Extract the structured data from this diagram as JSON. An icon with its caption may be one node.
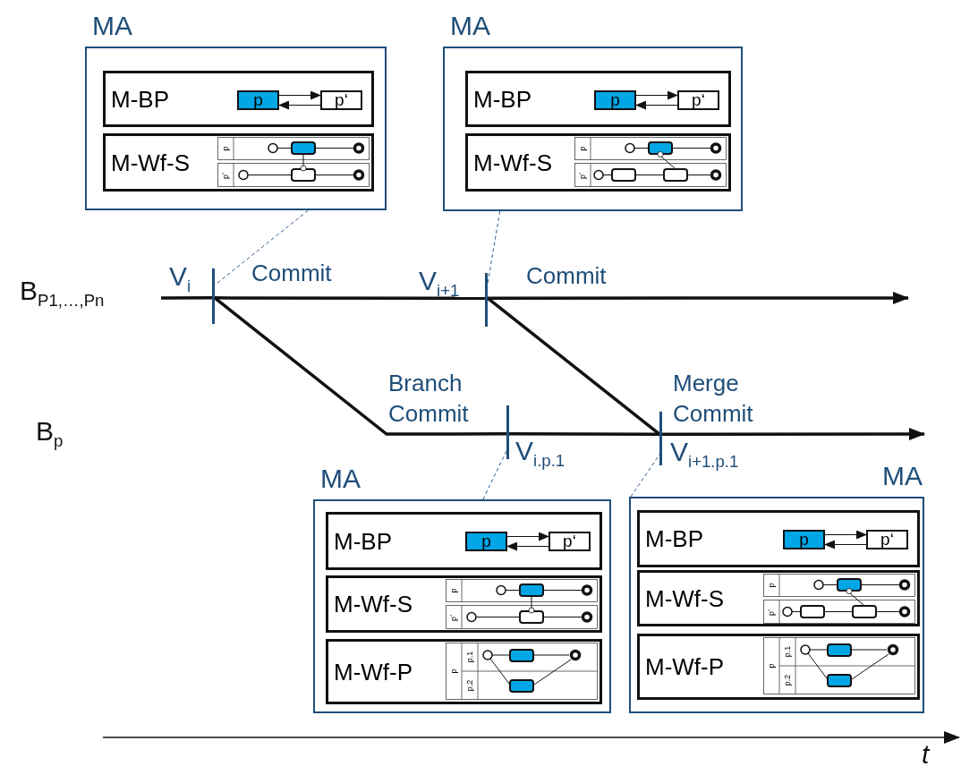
{
  "diagram": {
    "nodes": [
      {
        "text": [
          "MA"
        ]
      },
      {
        "text": [
          "M-BP"
        ],
        "in": 0
      },
      {
        "text": [
          "M-Wf-S"
        ],
        "in": 0
      },
      {
        "text": [
          "MA"
        ]
      },
      {
        "text": [
          "M-BP"
        ],
        "in": 3
      },
      {
        "text": [
          "M-Wf-S"
        ],
        "in": 3
      },
      {
        "text": [
          "MA"
        ]
      },
      {
        "text": [
          "M-BP"
        ],
        "in": 6
      },
      {
        "text": [
          "M-Wf-S"
        ],
        "in": 6
      },
      {
        "text": [
          "M-Wf-P"
        ],
        "in": 6
      },
      {
        "text": [
          "MA"
        ]
      },
      {
        "text": [
          "M-BP"
        ],
        "in": 10
      },
      {
        "text": [
          "M-Wf-S"
        ],
        "in": 10
      },
      {
        "text": [
          "M-Wf-P"
        ],
        "in": 10
      },
      {
        "text": [],
        "shape": "bar",
        "beside": [
          "V$_{i}$",
          "Commit"
        ]
      },
      {
        "text": [],
        "shape": "bar",
        "beside": [
          "V$_{i+1}$",
          "Commit"
        ]
      },
      {
        "text": [],
        "shape": "bar",
        "beside": [
          "Branch Commit",
          "V$_{i.p.1}$"
        ]
      },
      {
        "text": [],
        "shape": "bar",
        "beside": [
          "Merge Commit",
          "V$_{i+1.p.1}$"
        ]
      },
      {
        "text": [
          "p"
        ],
        "in": 1
      },
      {
        "text": [
          "p‘"
        ],
        "in": 1
      },
      {
        "text": [
          "p"
        ],
        "in": 4
      },
      {
        "text": [
          "p‘"
        ],
        "in": 4
      },
      {
        "text": [
          "p"
        ],
        "in": 7
      },
      {
        "text": [
          "p‘"
        ],
        "in": 7
      },
      {
        "text": [
          "p"
        ],
        "in": 11
      },
      {
        "text": [
          "p‘"
        ],
        "in": 11
      }
    ],
    "edges": [
      {
        "from": 0,
        "to": 14,
        "arrow": "none",
        "style": "dashed",
        "color": "#2f5f8f"
      },
      {
        "from": 3,
        "to": 15,
        "arrow": "none",
        "style": "dashed",
        "color": "#2f5f8f"
      },
      {
        "from": 6,
        "to": 16,
        "arrow": "none",
        "style": "dashed",
        "color": "#2f5f8f"
      },
      {
        "from": 10,
        "to": 17,
        "arrow": "none",
        "style": "dashed",
        "color": "#2f5f8f"
      },
      {
        "from": 14,
        "to": 16,
        "arrow": "none",
        "style": "thick"
      },
      {
        "from": 15,
        "to": 17,
        "arrow": "none",
        "style": "thick"
      },
      {
        "from": 16,
        "to": 17,
        "arrow": "none",
        "style": "thick"
      },
      {
        "from": 17,
        "to": null,
        "arrow": "to",
        "style": "thick"
      },
      {
        "from": null,
        "to": 14,
        "arrow": "none",
        "style": "thick"
      },
      {
        "from": 14,
        "to": 15,
        "arrow": "none",
        "style": "thick"
      },
      {
        "from": 15,
        "to": null,
        "arrow": "to",
        "style": "thick"
      },
      {
        "from": 18,
        "to": 19,
        "arrow": "to"
      },
      {
        "from": 19,
        "to": 18,
        "arrow": "to"
      },
      {
        "from": 20,
        "to": 21,
        "arrow": "to"
      },
      {
        "from": 21,
        "to": 20,
        "arrow": "to"
      },
      {
        "from": 22,
        "to": 23,
        "arrow": "to"
      },
      {
        "from": 23,
        "to": 22,
        "arrow": "to"
      },
      {
        "from": 24,
        "to": 25,
        "arrow": "to"
      },
      {
        "from": 25,
        "to": 24,
        "arrow": "to"
      }
    ],
    "labels": [
      "B$_{P1,…,Pn}$",
      "B$_{p}$",
      "p",
      "p´",
      "p",
      "p´",
      "p",
      "p´",
      "p",
      "p.1",
      "p.2",
      "p",
      "p´",
      "p",
      "p.1",
      "p.2",
      "t"
    ]
  }
}
